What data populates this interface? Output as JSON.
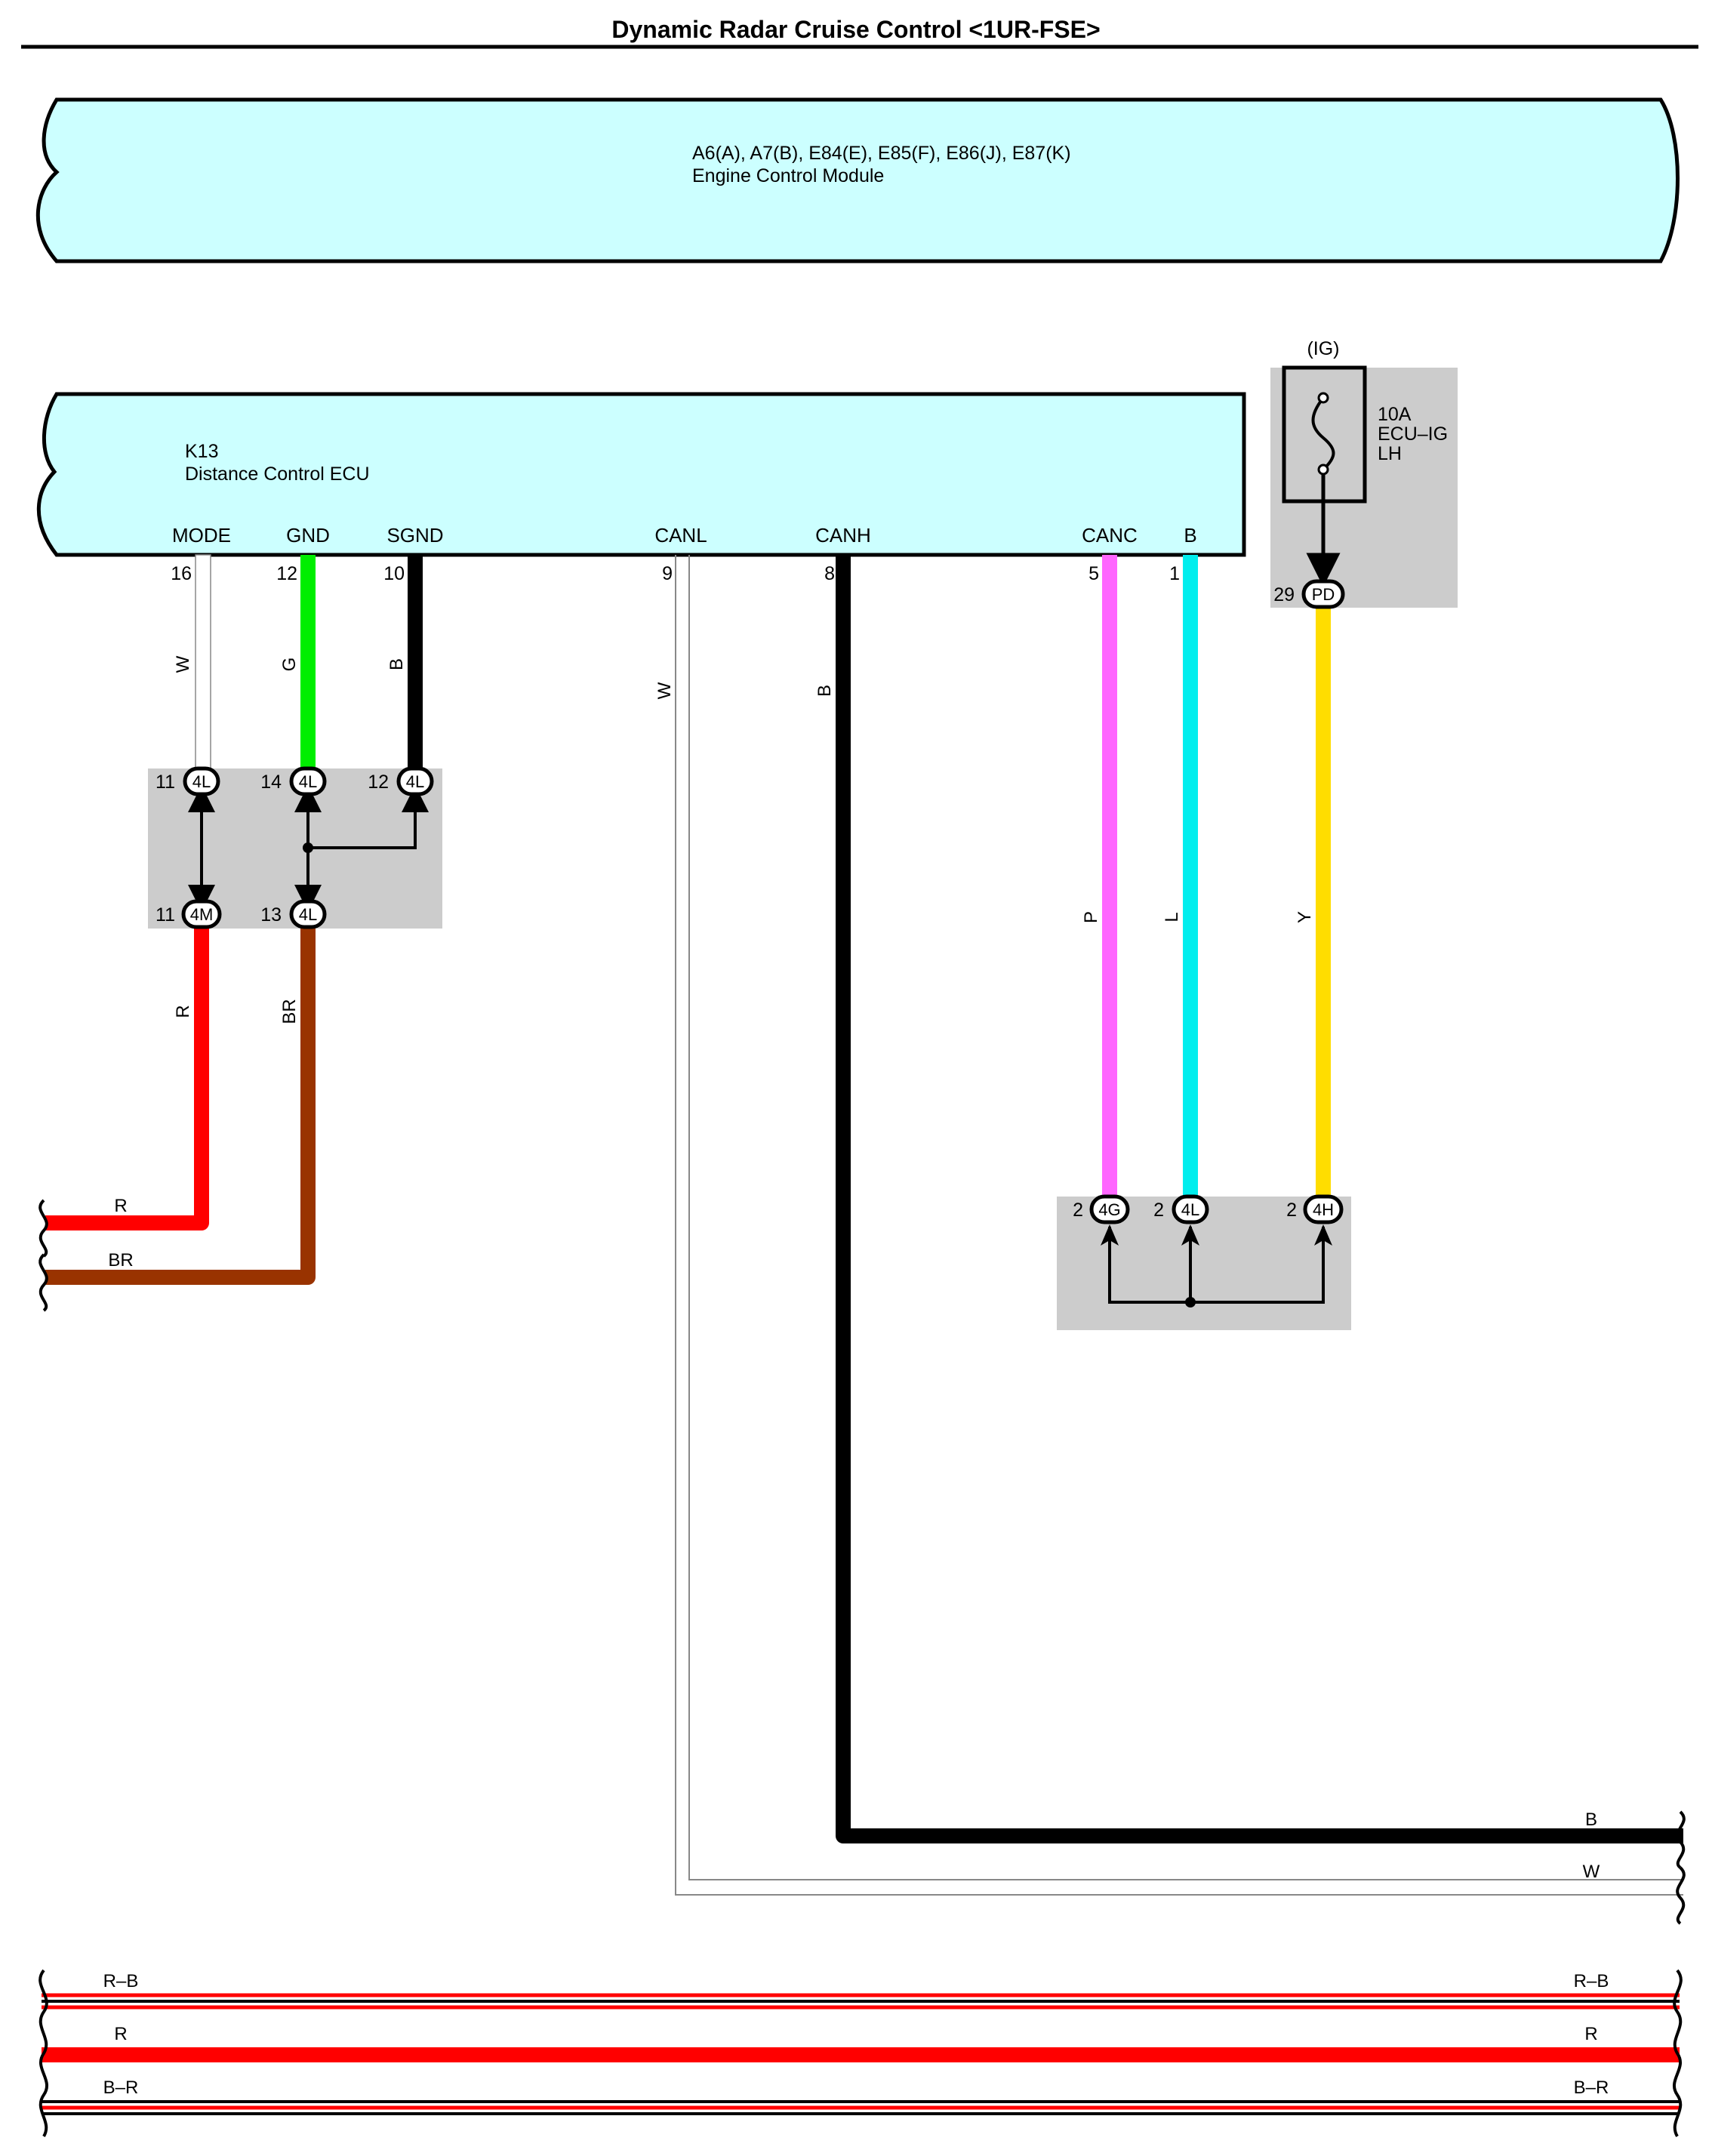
{
  "title": "Dynamic Radar Cruise Control <1UR-FSE>",
  "ecm": {
    "id": "A6(A), A7(B), E84(E), E85(F), E86(J), E87(K)",
    "name": "Engine Control Module"
  },
  "ecu": {
    "id": "K13",
    "name": "Distance Control ECU",
    "pins": [
      {
        "label": "MODE",
        "num": "16",
        "wire": "W"
      },
      {
        "label": "GND",
        "num": "12",
        "wire": "G"
      },
      {
        "label": "SGND",
        "num": "10",
        "wire": "B"
      },
      {
        "label": "CANL",
        "num": "9",
        "wire": "W"
      },
      {
        "label": "CANH",
        "num": "8",
        "wire": "B"
      },
      {
        "label": "CANC",
        "num": "5",
        "wire": "P"
      },
      {
        "label": "B",
        "num": "1",
        "wire": "L"
      }
    ]
  },
  "fuse": {
    "source": "(IG)",
    "rating": "10A",
    "name1": "ECU–IG",
    "name2": "LH",
    "pin_num": "29",
    "conn": "PD",
    "wire": "Y"
  },
  "junction_left": {
    "top": [
      {
        "num": "11",
        "conn": "4L"
      },
      {
        "num": "14",
        "conn": "4L"
      },
      {
        "num": "12",
        "conn": "4L"
      }
    ],
    "bottom": [
      {
        "num": "11",
        "conn": "4M",
        "wire": "R"
      },
      {
        "num": "13",
        "conn": "4L",
        "wire": "BR"
      }
    ]
  },
  "junction_right": [
    {
      "num": "2",
      "conn": "4G"
    },
    {
      "num": "2",
      "conn": "4L"
    },
    {
      "num": "2",
      "conn": "4H"
    }
  ],
  "left_exits": [
    "R",
    "BR"
  ],
  "right_exits": [
    "B",
    "W"
  ],
  "bus": [
    {
      "left": "R–B",
      "right": "R–B"
    },
    {
      "left": "R",
      "right": "R"
    },
    {
      "left": "B–R",
      "right": "B–R"
    }
  ],
  "colors": {
    "module_fill": "#ccffff",
    "junction_fill": "#cccccc",
    "W": "#ffffff",
    "G": "#00ee00",
    "B": "#000000",
    "P": "#ff66ff",
    "L": "#00eeee",
    "Y": "#ffdd00",
    "R": "#ff0000",
    "BR": "#993300"
  }
}
